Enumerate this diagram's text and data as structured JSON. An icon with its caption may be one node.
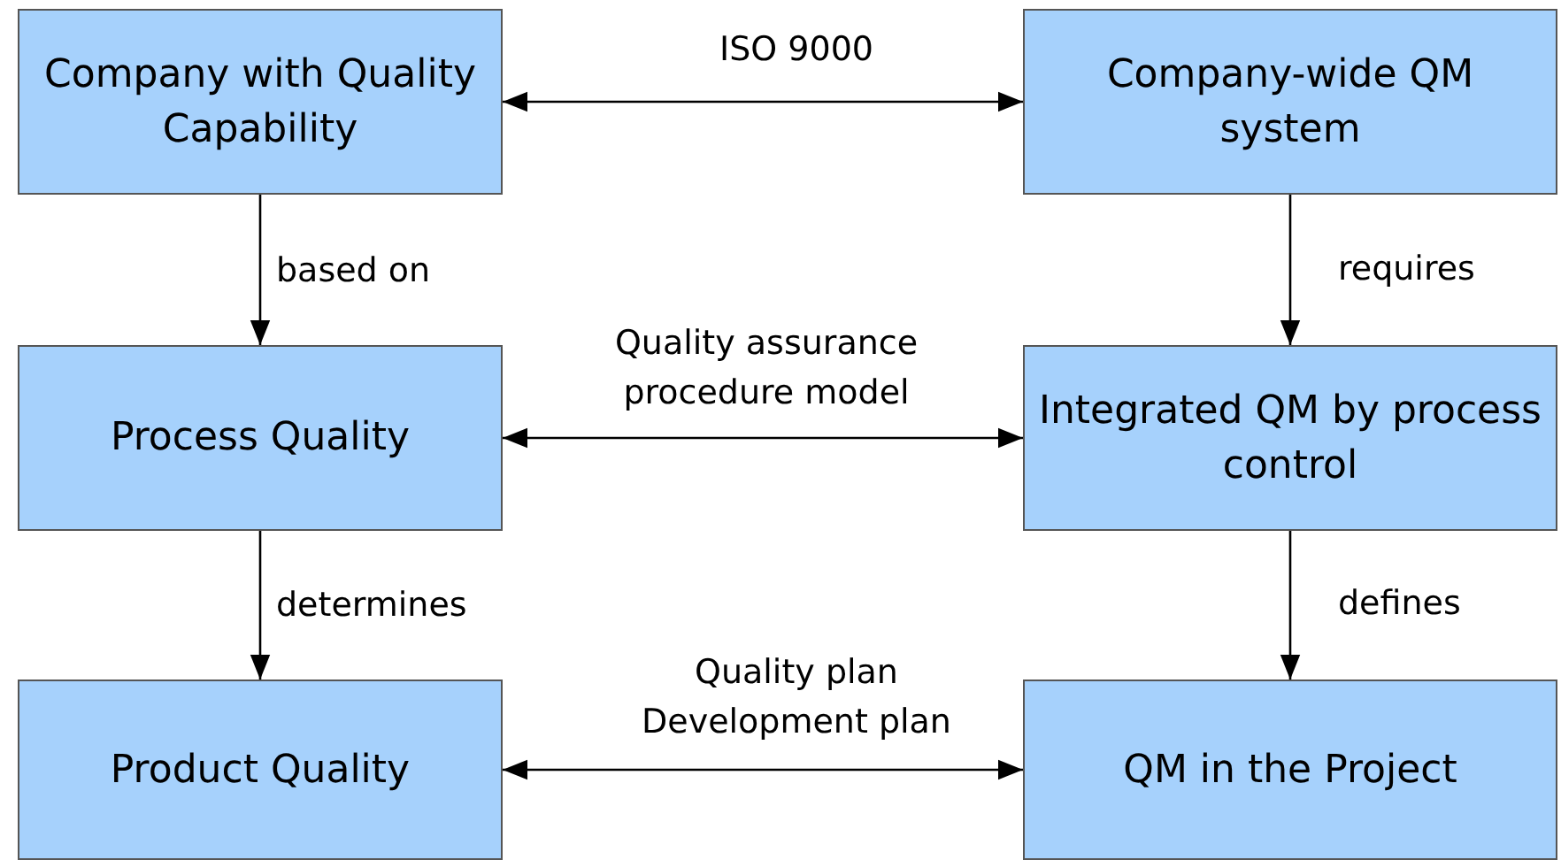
{
  "diagram": {
    "nodes": [
      {
        "text": [
          "Company with Quality Capability"
        ]
      },
      {
        "text": [
          "Company-wide QM system"
        ]
      },
      {
        "text": [
          "Process Quality"
        ]
      },
      {
        "text": [
          "Integrated QM by process control"
        ]
      },
      {
        "text": [
          "Product Quality"
        ]
      },
      {
        "text": [
          "QM in the Project"
        ]
      }
    ],
    "edges": [
      {
        "from": 0,
        "to": 1,
        "arrow": "both",
        "label": "ISO 9000"
      },
      {
        "from": 0,
        "to": 2,
        "arrow": "to",
        "label": "based on"
      },
      {
        "from": 1,
        "to": 3,
        "arrow": "to",
        "label": "requires"
      },
      {
        "from": 2,
        "to": 3,
        "arrow": "both",
        "label": "Quality assurance procedure model"
      },
      {
        "from": 2,
        "to": 4,
        "arrow": "to",
        "label": "determines"
      },
      {
        "from": 3,
        "to": 5,
        "arrow": "to",
        "label": "defines"
      },
      {
        "from": 4,
        "to": 5,
        "arrow": "both",
        "label": "Quality plan Development plan"
      }
    ]
  }
}
